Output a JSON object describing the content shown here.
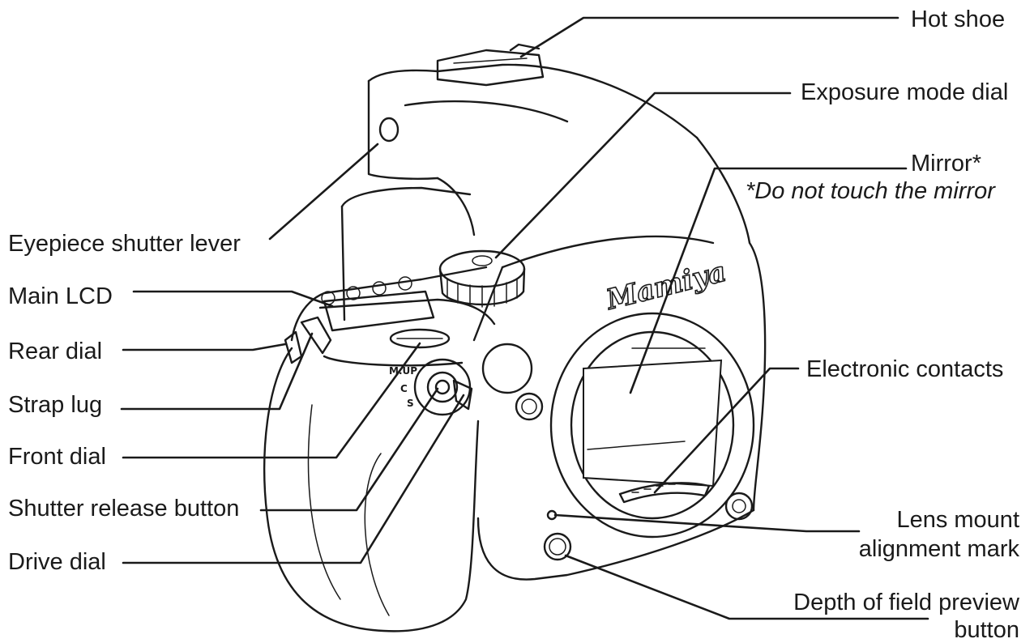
{
  "labels": {
    "hot_shoe": "Hot shoe",
    "exposure_mode_dial": "Exposure mode dial",
    "mirror": "Mirror*",
    "mirror_note": "*Do not touch the mirror",
    "eyepiece_shutter_lever": "Eyepiece shutter lever",
    "main_lcd": "Main LCD",
    "rear_dial": "Rear dial",
    "strap_lug": "Strap lug",
    "front_dial": "Front dial",
    "shutter_release_button": "Shutter release button",
    "drive_dial": "Drive dial",
    "electronic_contacts": "Electronic contacts",
    "lens_mount_alignment_mark_line1": "Lens mount",
    "lens_mount_alignment_mark_line2": "alignment mark",
    "depth_of_field_preview_line1": "Depth of field preview",
    "depth_of_field_preview_line2": "button"
  },
  "camera": {
    "brand": "Mamiya",
    "drive_dial_marks": [
      "M.UP",
      "C",
      "S"
    ]
  },
  "colors": {
    "ink": "#1a1a1a",
    "background": "#ffffff"
  }
}
